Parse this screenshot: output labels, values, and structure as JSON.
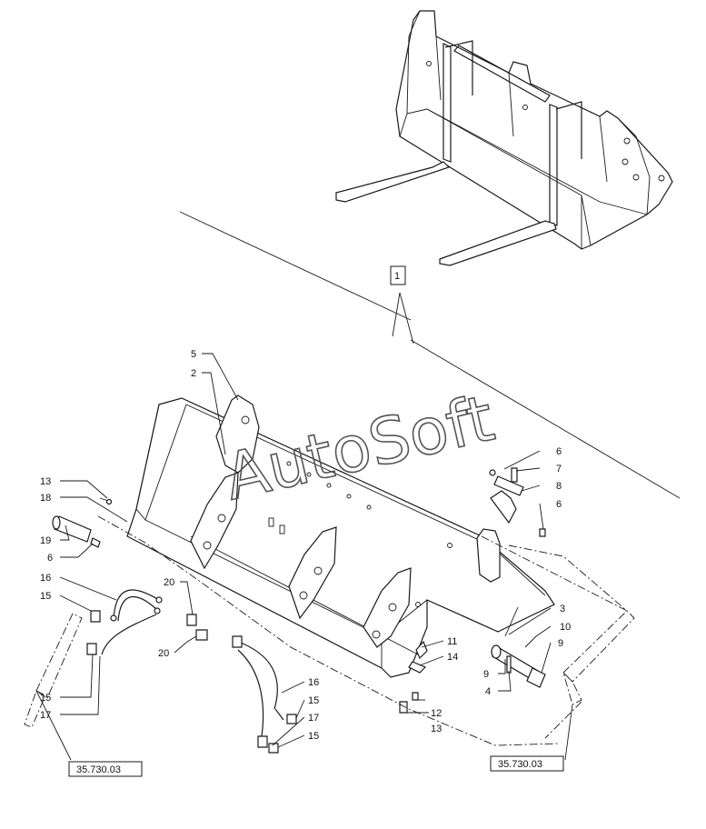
{
  "watermark": "AutoSoft",
  "assembly_ref": "1",
  "reference_box_left": "35.730.03",
  "reference_box_right": "35.730.03",
  "callouts": [
    {
      "id": "c5",
      "text": "5"
    },
    {
      "id": "c2",
      "text": "2"
    },
    {
      "id": "c13a",
      "text": "13"
    },
    {
      "id": "c18",
      "text": "18"
    },
    {
      "id": "c19",
      "text": "19"
    },
    {
      "id": "c6a",
      "text": "6"
    },
    {
      "id": "c16a",
      "text": "16"
    },
    {
      "id": "c15a",
      "text": "15"
    },
    {
      "id": "c20a",
      "text": "20"
    },
    {
      "id": "c20b",
      "text": "20"
    },
    {
      "id": "c15b",
      "text": "15"
    },
    {
      "id": "c17a",
      "text": "17"
    },
    {
      "id": "c6b",
      "text": "6"
    },
    {
      "id": "c7",
      "text": "7"
    },
    {
      "id": "c8",
      "text": "8"
    },
    {
      "id": "c6c",
      "text": "6"
    },
    {
      "id": "c3",
      "text": "3"
    },
    {
      "id": "c10",
      "text": "10"
    },
    {
      "id": "c11",
      "text": "11"
    },
    {
      "id": "c9a",
      "text": "9"
    },
    {
      "id": "c9b",
      "text": "9"
    },
    {
      "id": "c14",
      "text": "14"
    },
    {
      "id": "c4",
      "text": "4"
    },
    {
      "id": "c16b",
      "text": "16"
    },
    {
      "id": "c15c",
      "text": "15"
    },
    {
      "id": "c12",
      "text": "12"
    },
    {
      "id": "c17b",
      "text": "17"
    },
    {
      "id": "c13b",
      "text": "13"
    },
    {
      "id": "c15d",
      "text": "15"
    }
  ]
}
